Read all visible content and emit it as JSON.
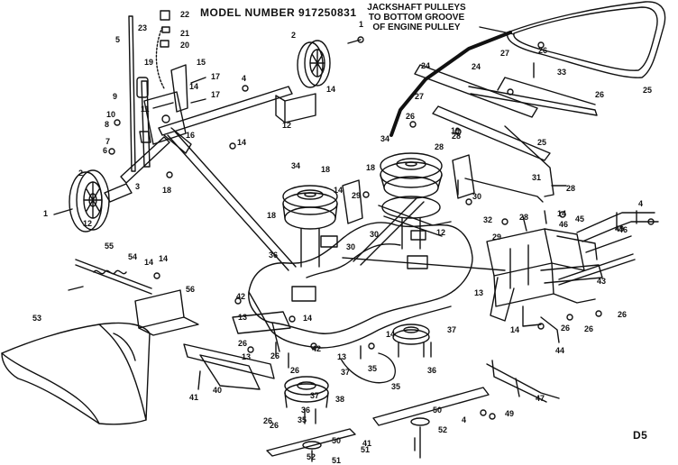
{
  "header": {
    "model_number": "MODEL NUMBER 917250831",
    "note_lines": [
      "JACKSHAFT PULLEYS",
      "TO BOTTOM GROOVE",
      "OF ENGINE PULLEY"
    ]
  },
  "page_code": "D5",
  "callouts": [
    {
      "n": "22"
    },
    {
      "n": "23"
    },
    {
      "n": "21"
    },
    {
      "n": "20"
    },
    {
      "n": "5"
    },
    {
      "n": "1"
    },
    {
      "n": "2"
    },
    {
      "n": "19"
    },
    {
      "n": "15"
    },
    {
      "n": "17"
    },
    {
      "n": "17"
    },
    {
      "n": "14"
    },
    {
      "n": "4"
    },
    {
      "n": "14"
    },
    {
      "n": "9"
    },
    {
      "n": "10"
    },
    {
      "n": "8"
    },
    {
      "n": "11"
    },
    {
      "n": "16"
    },
    {
      "n": "12"
    },
    {
      "n": "7"
    },
    {
      "n": "6"
    },
    {
      "n": "14"
    },
    {
      "n": "2"
    },
    {
      "n": "3"
    },
    {
      "n": "18"
    },
    {
      "n": "1"
    },
    {
      "n": "12"
    },
    {
      "n": "55"
    },
    {
      "n": "54"
    },
    {
      "n": "14"
    },
    {
      "n": "56"
    },
    {
      "n": "53"
    },
    {
      "n": "24"
    },
    {
      "n": "24"
    },
    {
      "n": "27"
    },
    {
      "n": "27"
    },
    {
      "n": "26"
    },
    {
      "n": "26"
    },
    {
      "n": "28"
    },
    {
      "n": "33"
    },
    {
      "n": "25"
    },
    {
      "n": "26"
    },
    {
      "n": "34"
    },
    {
      "n": "19"
    },
    {
      "n": "28"
    },
    {
      "n": "25"
    },
    {
      "n": "34"
    },
    {
      "n": "18"
    },
    {
      "n": "18"
    },
    {
      "n": "29"
    },
    {
      "n": "31"
    },
    {
      "n": "28"
    },
    {
      "n": "18"
    },
    {
      "n": "14"
    },
    {
      "n": "30"
    },
    {
      "n": "30"
    },
    {
      "n": "12"
    },
    {
      "n": "28"
    },
    {
      "n": "32"
    },
    {
      "n": "14"
    },
    {
      "n": "46"
    },
    {
      "n": "45"
    },
    {
      "n": "46"
    },
    {
      "n": "4"
    },
    {
      "n": "49"
    },
    {
      "n": "29"
    },
    {
      "n": "30"
    },
    {
      "n": "36"
    },
    {
      "n": "42"
    },
    {
      "n": "13"
    },
    {
      "n": "13"
    },
    {
      "n": "14"
    },
    {
      "n": "43"
    },
    {
      "n": "26"
    },
    {
      "n": "26"
    },
    {
      "n": "26"
    },
    {
      "n": "14"
    },
    {
      "n": "44"
    },
    {
      "n": "37"
    },
    {
      "n": "14"
    },
    {
      "n": "26"
    },
    {
      "n": "37"
    },
    {
      "n": "42"
    },
    {
      "n": "13"
    },
    {
      "n": "26"
    },
    {
      "n": "26"
    },
    {
      "n": "35"
    },
    {
      "n": "36"
    },
    {
      "n": "41"
    },
    {
      "n": "40"
    },
    {
      "n": "37"
    },
    {
      "n": "26"
    },
    {
      "n": "38"
    },
    {
      "n": "35"
    },
    {
      "n": "47"
    },
    {
      "n": "49"
    },
    {
      "n": "4"
    },
    {
      "n": "50"
    },
    {
      "n": "52"
    },
    {
      "n": "26"
    },
    {
      "n": "35"
    },
    {
      "n": "36"
    },
    {
      "n": "50"
    },
    {
      "n": "41"
    },
    {
      "n": "52"
    },
    {
      "n": "51"
    },
    {
      "n": "51"
    },
    {
      "n": "14"
    },
    {
      "n": "13"
    }
  ]
}
